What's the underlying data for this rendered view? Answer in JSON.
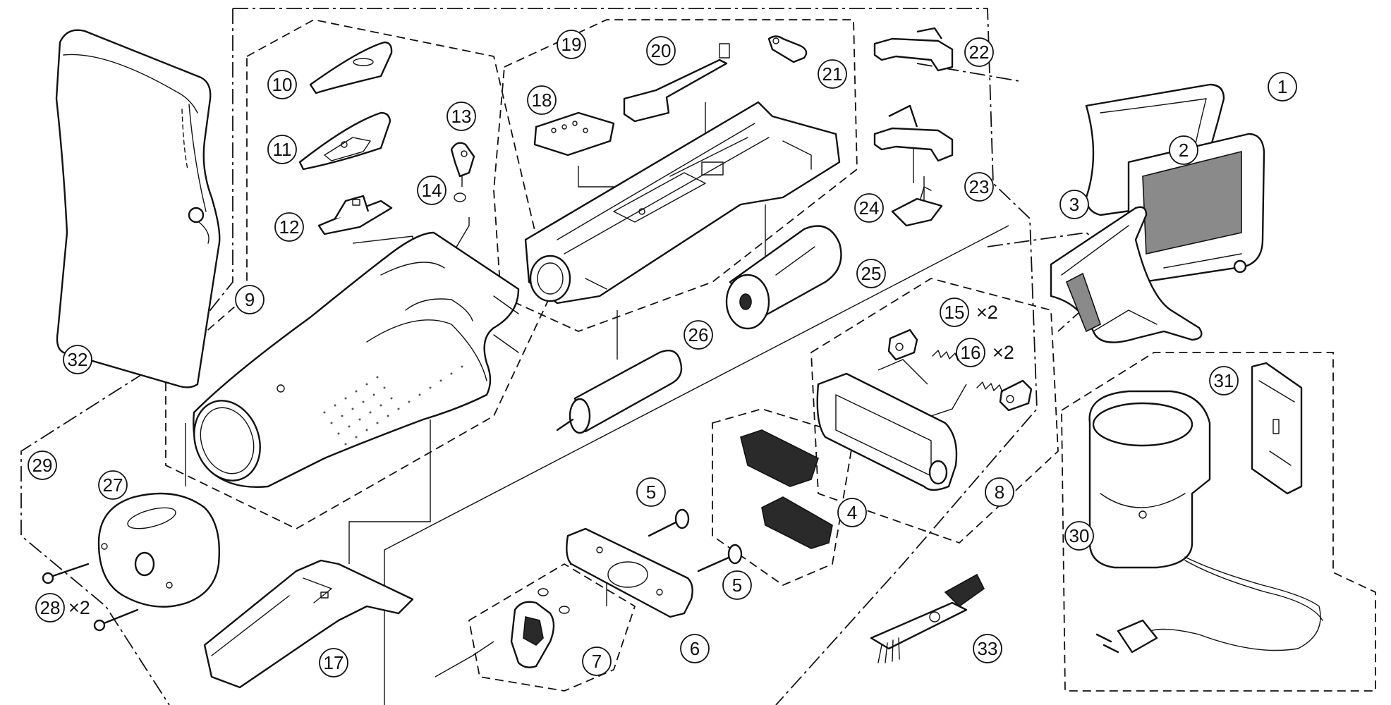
{
  "diagram": {
    "callouts": [
      {
        "id": "1",
        "label": "1"
      },
      {
        "id": "2",
        "label": "2"
      },
      {
        "id": "3",
        "label": "3"
      },
      {
        "id": "4",
        "label": "4"
      },
      {
        "id": "5a",
        "label": "5"
      },
      {
        "id": "5b",
        "label": "5"
      },
      {
        "id": "6",
        "label": "6"
      },
      {
        "id": "7",
        "label": "7"
      },
      {
        "id": "8",
        "label": "8"
      },
      {
        "id": "9",
        "label": "9"
      },
      {
        "id": "10",
        "label": "10"
      },
      {
        "id": "11",
        "label": "11"
      },
      {
        "id": "12",
        "label": "12"
      },
      {
        "id": "13",
        "label": "13"
      },
      {
        "id": "14",
        "label": "14"
      },
      {
        "id": "15",
        "label": "15"
      },
      {
        "id": "16",
        "label": "16"
      },
      {
        "id": "17",
        "label": "17"
      },
      {
        "id": "18",
        "label": "18"
      },
      {
        "id": "19",
        "label": "19"
      },
      {
        "id": "20",
        "label": "20"
      },
      {
        "id": "21",
        "label": "21"
      },
      {
        "id": "22",
        "label": "22"
      },
      {
        "id": "23",
        "label": "23"
      },
      {
        "id": "24",
        "label": "24"
      },
      {
        "id": "25",
        "label": "25"
      },
      {
        "id": "26",
        "label": "26"
      },
      {
        "id": "27",
        "label": "27"
      },
      {
        "id": "28",
        "label": "28"
      },
      {
        "id": "29",
        "label": "29"
      },
      {
        "id": "30",
        "label": "30"
      },
      {
        "id": "31",
        "label": "31"
      },
      {
        "id": "32",
        "label": "32"
      },
      {
        "id": "33",
        "label": "33"
      }
    ],
    "quantities": {
      "q15": "×2",
      "q16": "×2",
      "q28": "×2"
    }
  }
}
